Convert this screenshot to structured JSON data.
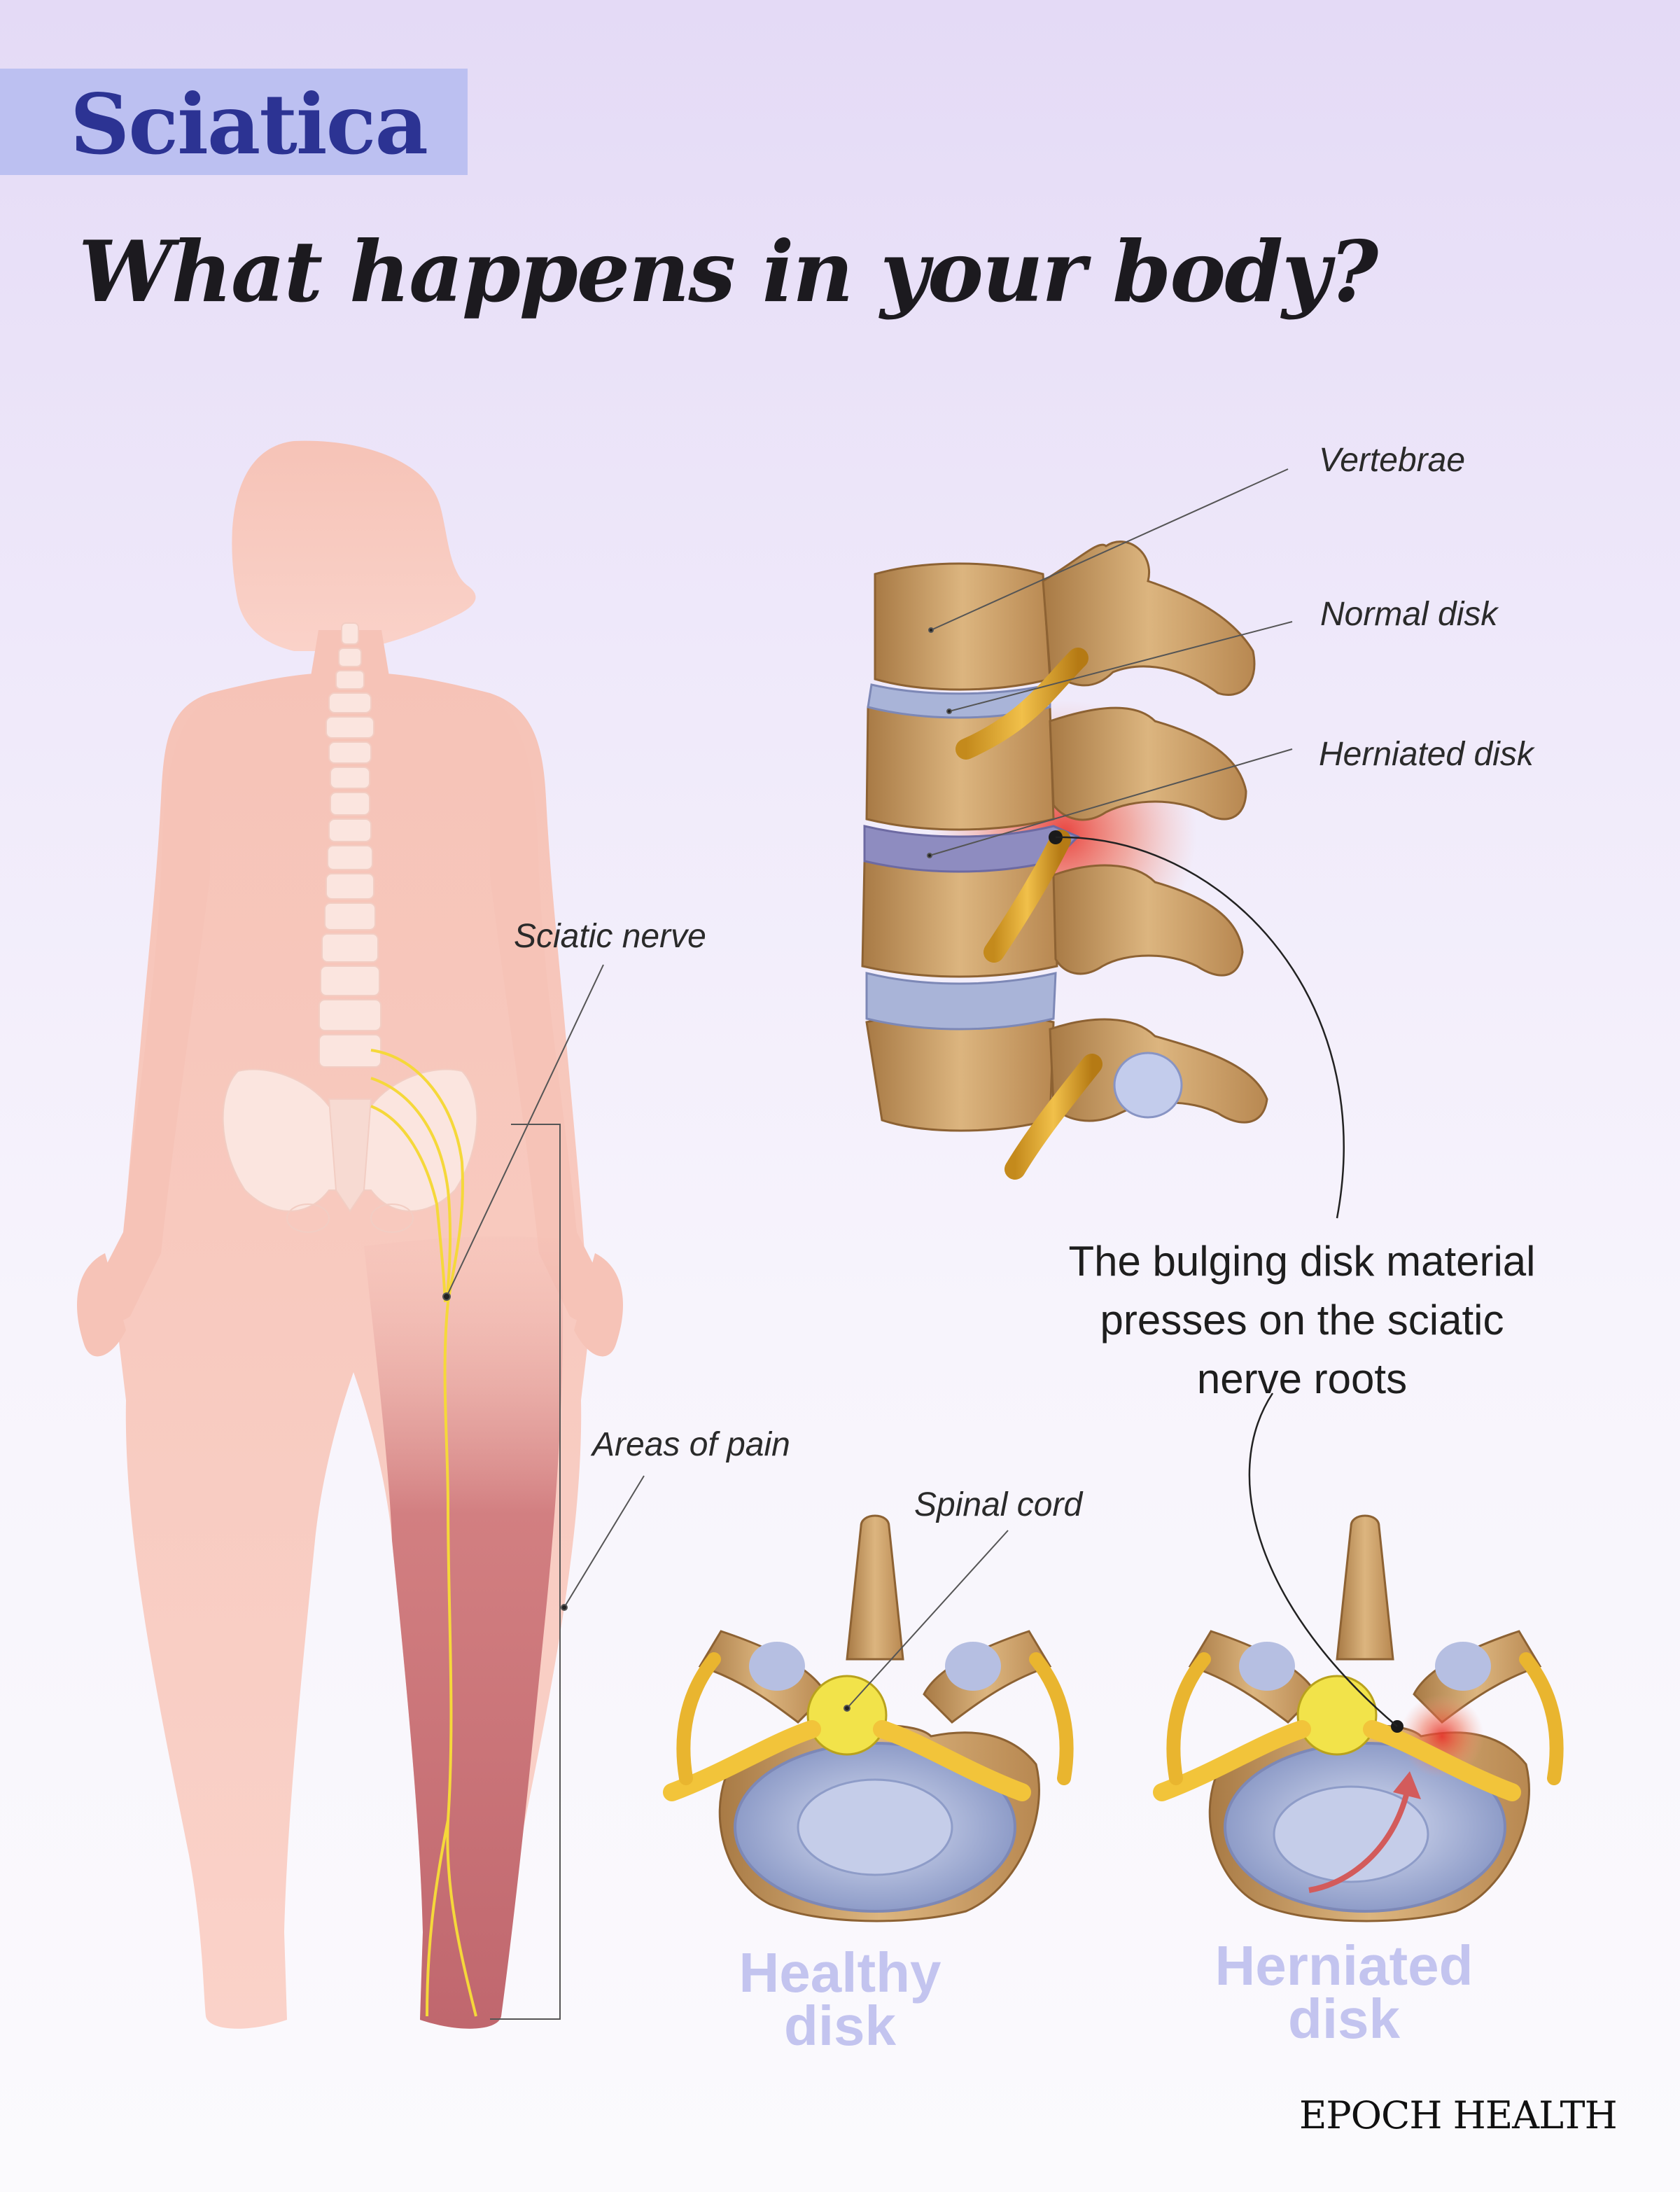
{
  "header": {
    "tag": "Sciatica",
    "title": "What happens in your body?"
  },
  "labels": {
    "vertebrae": "Vertebrae",
    "normal_disk": "Normal disk",
    "herniated_disk": "Herniated disk",
    "sciatic_nerve": "Sciatic nerve",
    "areas_of_pain": "Areas of pain",
    "spinal_cord": "Spinal cord"
  },
  "callout": {
    "line1": "The bulging disk material",
    "line2": "presses on the sciatic",
    "line3": "nerve roots"
  },
  "disks": {
    "healthy_line1": "Healthy",
    "healthy_line2": "disk",
    "herniated_line1": "Herniated",
    "herniated_line2": "disk"
  },
  "brand": "EPOCH HEALTH",
  "colors": {
    "tag_bg": "#bcc0f1",
    "tag_text": "#2c3393",
    "body_silhouette": "#f7c3b9",
    "pain_area": "#c0676e",
    "nerve": "#f5d83a",
    "bone": "#c99a5c",
    "disk": "#a9b4d8",
    "inflammation": "#e8332c",
    "disk_label": "#c3c4ef"
  }
}
